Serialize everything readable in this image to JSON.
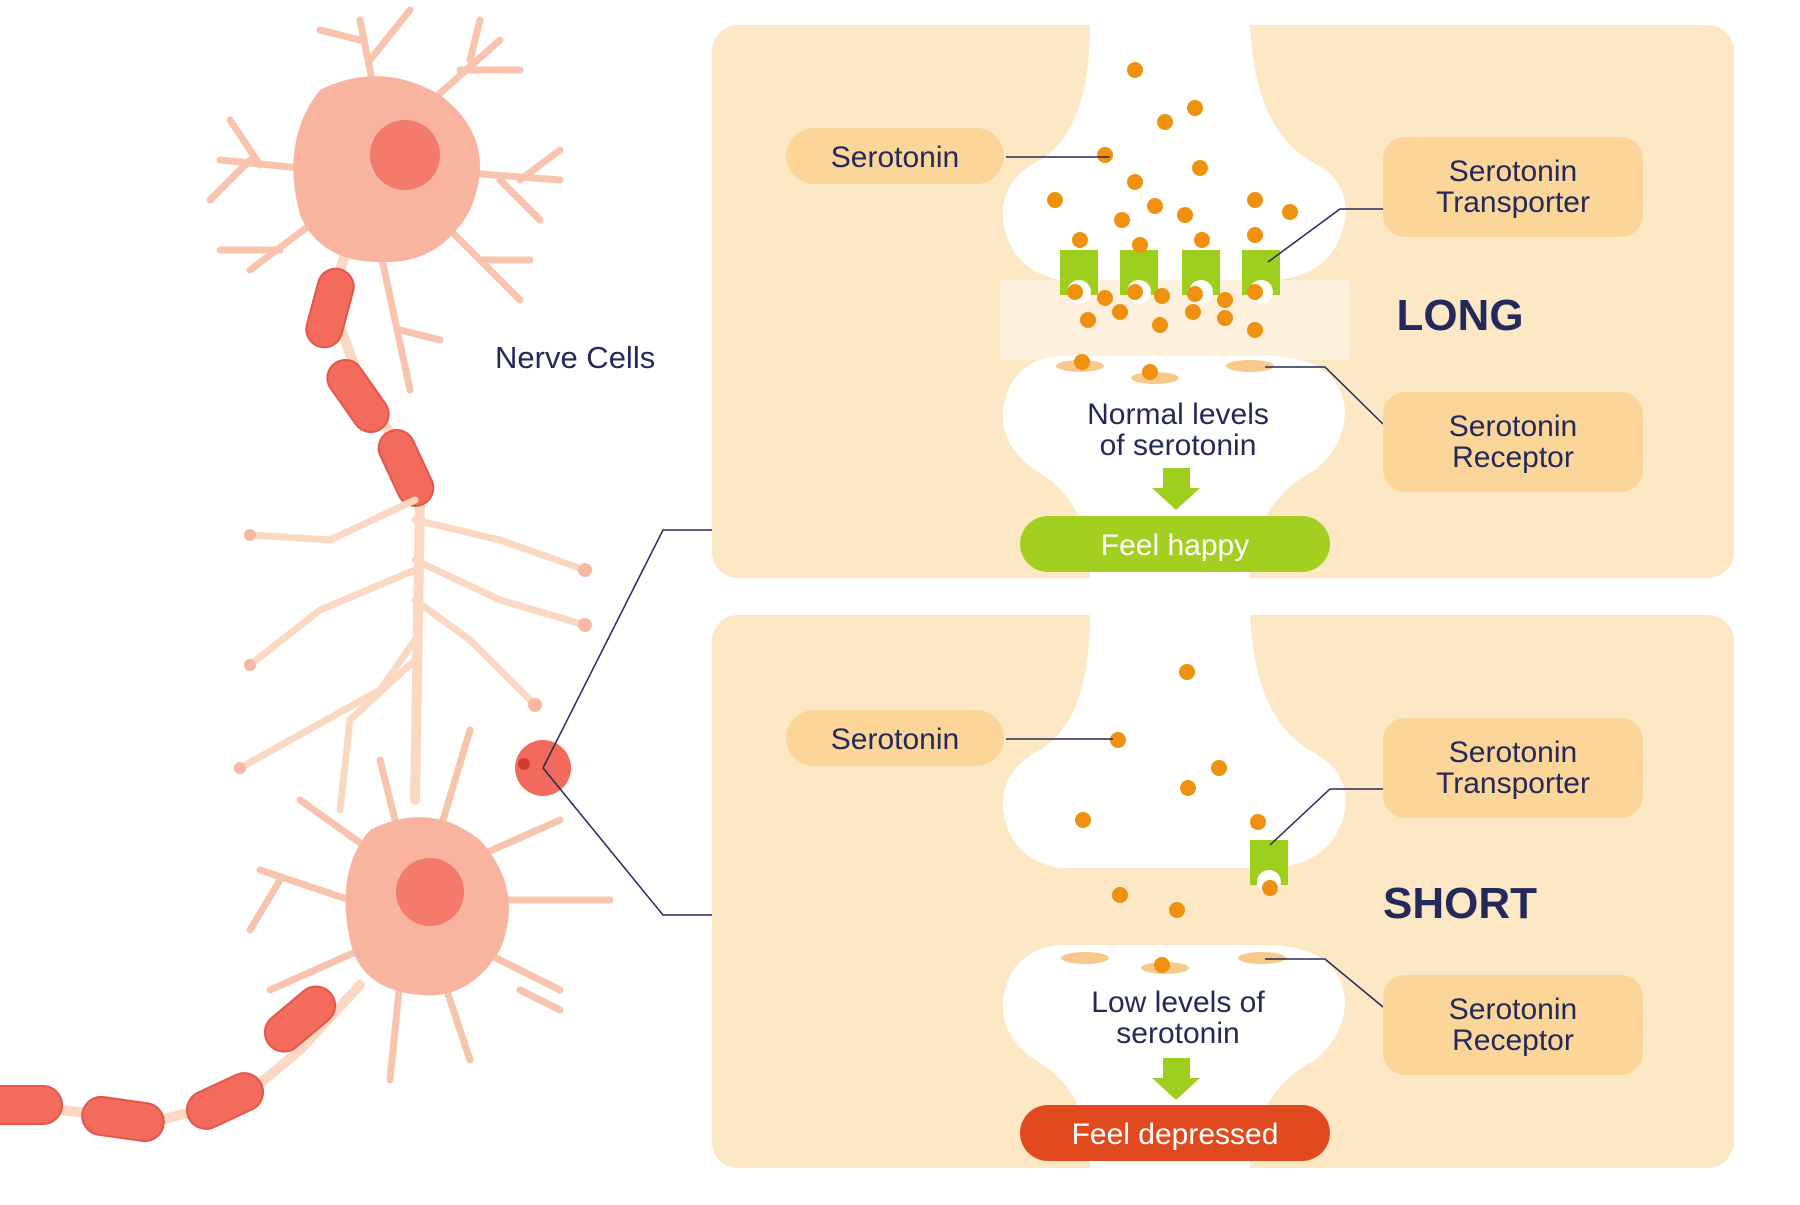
{
  "neuron": {
    "label": "Nerve Cells"
  },
  "panels": [
    {
      "id": "long",
      "type_label": "LONG",
      "serotonin_label": "Serotonin",
      "transporter_label": [
        "Serotonin",
        "Transporter"
      ],
      "receptor_label": [
        "Serotonin",
        "Receptor"
      ],
      "level_text": [
        "Normal levels",
        "of serotonin"
      ],
      "outcome": "Feel happy",
      "outcome_color": "#a3d020"
    },
    {
      "id": "short",
      "type_label": "SHORT",
      "serotonin_label": "Serotonin",
      "transporter_label": [
        "Serotonin",
        "Transporter"
      ],
      "receptor_label": [
        "Serotonin",
        "Receptor"
      ],
      "level_text": [
        "Low levels of",
        "serotonin"
      ],
      "outcome": "Feel depressed",
      "outcome_color": "#e14a1e"
    }
  ],
  "colors": {
    "panel_bg": "#fde8c6",
    "pill": "#fbd698",
    "serotonin_dot": "#f0900f",
    "transporter": "#9fcf1e",
    "receptor": "#f7c98a",
    "text": "#25285a",
    "neuron_body": "#f9b49f",
    "neuron_nucleus": "#f47b6b",
    "myelin": "#f26b5c"
  }
}
